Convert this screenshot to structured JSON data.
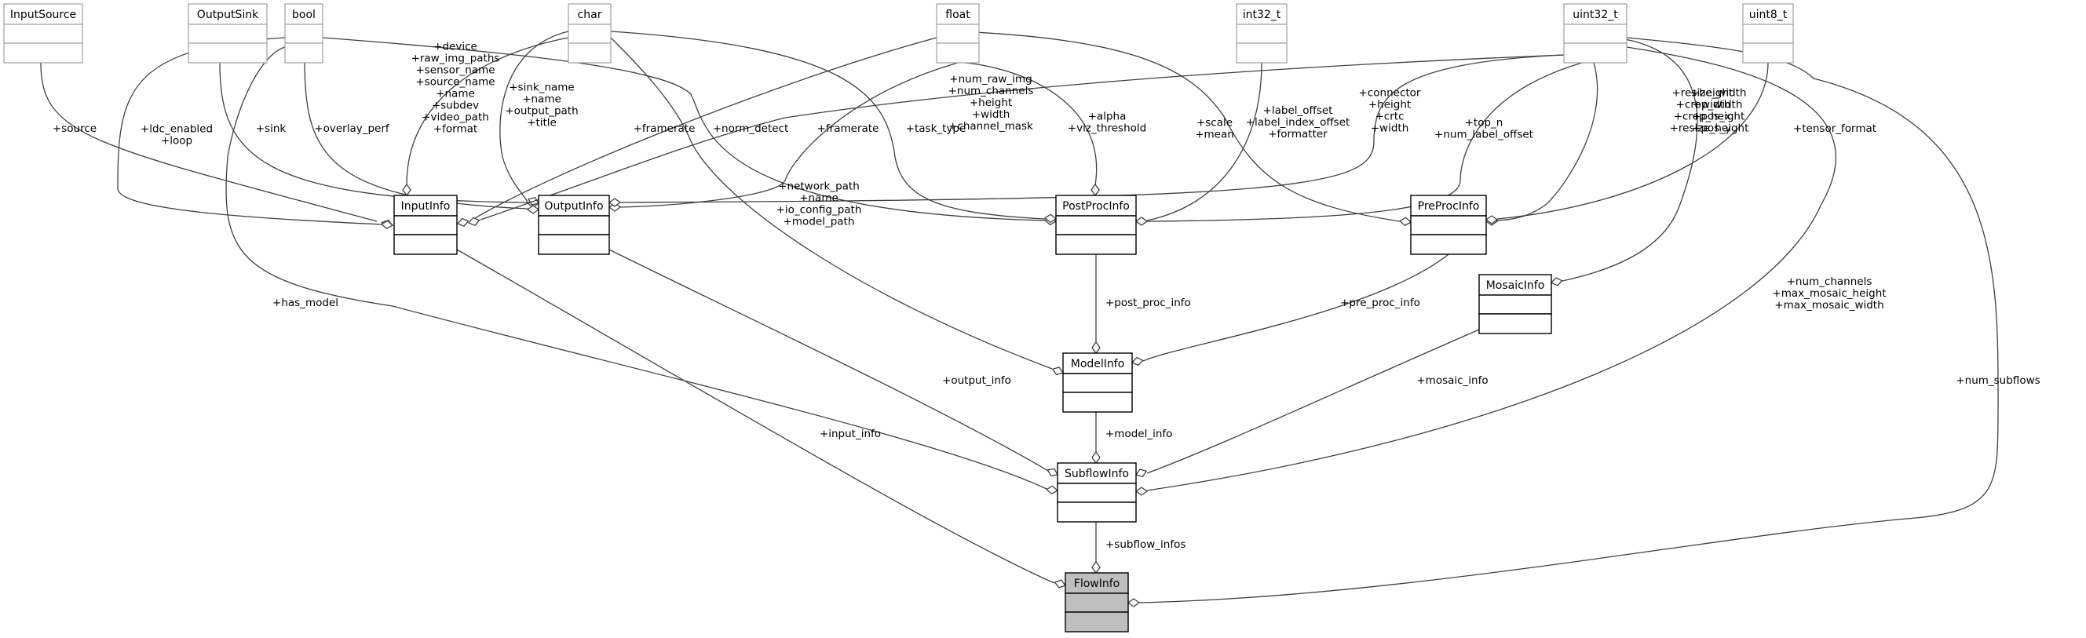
{
  "diagram": {
    "type": "collaboration-diagram",
    "external_types": [
      "InputSource",
      "OutputSink",
      "bool",
      "char",
      "float",
      "int32_t",
      "uint32_t",
      "uint8_t"
    ],
    "classes": [
      "InputInfo",
      "OutputInfo",
      "PostProcInfo",
      "PreProcInfo",
      "MosaicInfo",
      "ModelInfo",
      "SubflowInfo",
      "FlowInfo"
    ],
    "highlighted_class": "FlowInfo",
    "edges": [
      {
        "from": "InputSource",
        "to": "InputInfo",
        "label": [
          "+source"
        ]
      },
      {
        "from": "bool",
        "to": "InputInfo",
        "label": [
          "+ldc_enabled",
          "+loop"
        ]
      },
      {
        "from": "OutputSink",
        "to": "OutputInfo",
        "label": [
          "+sink"
        ]
      },
      {
        "from": "bool",
        "to": "OutputInfo",
        "label": [
          "+overlay_perf"
        ]
      },
      {
        "from": "char",
        "to": "InputInfo",
        "label": [
          "+device",
          "+raw_img_paths",
          "+sensor_name",
          "+source_name",
          "+name",
          "+subdev",
          "+video_path",
          "+format"
        ]
      },
      {
        "from": "char",
        "to": "OutputInfo",
        "label": [
          "+sink_name",
          "+name",
          "+output_path",
          "+title"
        ]
      },
      {
        "from": "float",
        "to": "InputInfo",
        "label": [
          "+framerate"
        ]
      },
      {
        "from": "bool",
        "to": "PostProcInfo",
        "label": [
          "+norm_detect"
        ]
      },
      {
        "from": "float",
        "to": "OutputInfo",
        "label": [
          "+framerate"
        ]
      },
      {
        "from": "char",
        "to": "PostProcInfo",
        "label": [
          "+task_type"
        ]
      },
      {
        "from": "uint32_t",
        "to": "InputInfo",
        "label": [
          "+num_raw_img",
          "+num_channels",
          "+height",
          "+width",
          "+channel_mask"
        ]
      },
      {
        "from": "float",
        "to": "PostProcInfo",
        "label": [
          "+alpha",
          "+viz_threshold"
        ]
      },
      {
        "from": "float",
        "to": "PreProcInfo",
        "label": [
          "+scale",
          "+mean"
        ]
      },
      {
        "from": "int32_t",
        "to": "PostProcInfo",
        "label": [
          "+label_offset",
          "+label_index_offset",
          "+formatter"
        ]
      },
      {
        "from": "uint32_t",
        "to": "OutputInfo",
        "label": [
          "+connector",
          "+height",
          "+crtc",
          "+width"
        ]
      },
      {
        "from": "uint32_t",
        "to": "PostProcInfo",
        "label": [
          "+top_n",
          "+num_label_offset"
        ]
      },
      {
        "from": "uint32_t",
        "to": "PreProcInfo",
        "label": [
          "+resize_width",
          "+crop_width",
          "+crop_height",
          "+resize_height"
        ]
      },
      {
        "from": "uint32_t",
        "to": "MosaicInfo",
        "label": [
          "+height",
          "+width",
          "+pos_x",
          "+pos_y"
        ]
      },
      {
        "from": "uint8_t",
        "to": "PreProcInfo",
        "label": [
          "+tensor_format"
        ]
      },
      {
        "from": "char",
        "to": "ModelInfo",
        "label": [
          "+network_path",
          "+name",
          "+io_config_path",
          "+model_path"
        ]
      },
      {
        "from": "PostProcInfo",
        "to": "ModelInfo",
        "label": [
          "+post_proc_info"
        ]
      },
      {
        "from": "PreProcInfo",
        "to": "ModelInfo",
        "label": [
          "+pre_proc_info"
        ]
      },
      {
        "from": "bool",
        "to": "SubflowInfo",
        "label": [
          "+has_model"
        ]
      },
      {
        "from": "uint32_t",
        "to": "SubflowInfo",
        "label": [
          "+num_channels",
          "+max_mosaic_height",
          "+max_mosaic_width"
        ]
      },
      {
        "from": "OutputInfo",
        "to": "SubflowInfo",
        "label": [
          "+output_info"
        ]
      },
      {
        "from": "MosaicInfo",
        "to": "SubflowInfo",
        "label": [
          "+mosaic_info"
        ]
      },
      {
        "from": "ModelInfo",
        "to": "SubflowInfo",
        "label": [
          "+model_info"
        ]
      },
      {
        "from": "InputInfo",
        "to": "FlowInfo",
        "label": [
          "+input_info"
        ]
      },
      {
        "from": "uint32_t",
        "to": "FlowInfo",
        "label": [
          "+num_subflows"
        ]
      },
      {
        "from": "SubflowInfo",
        "to": "FlowInfo",
        "label": [
          "+subflow_infos"
        ]
      }
    ]
  }
}
